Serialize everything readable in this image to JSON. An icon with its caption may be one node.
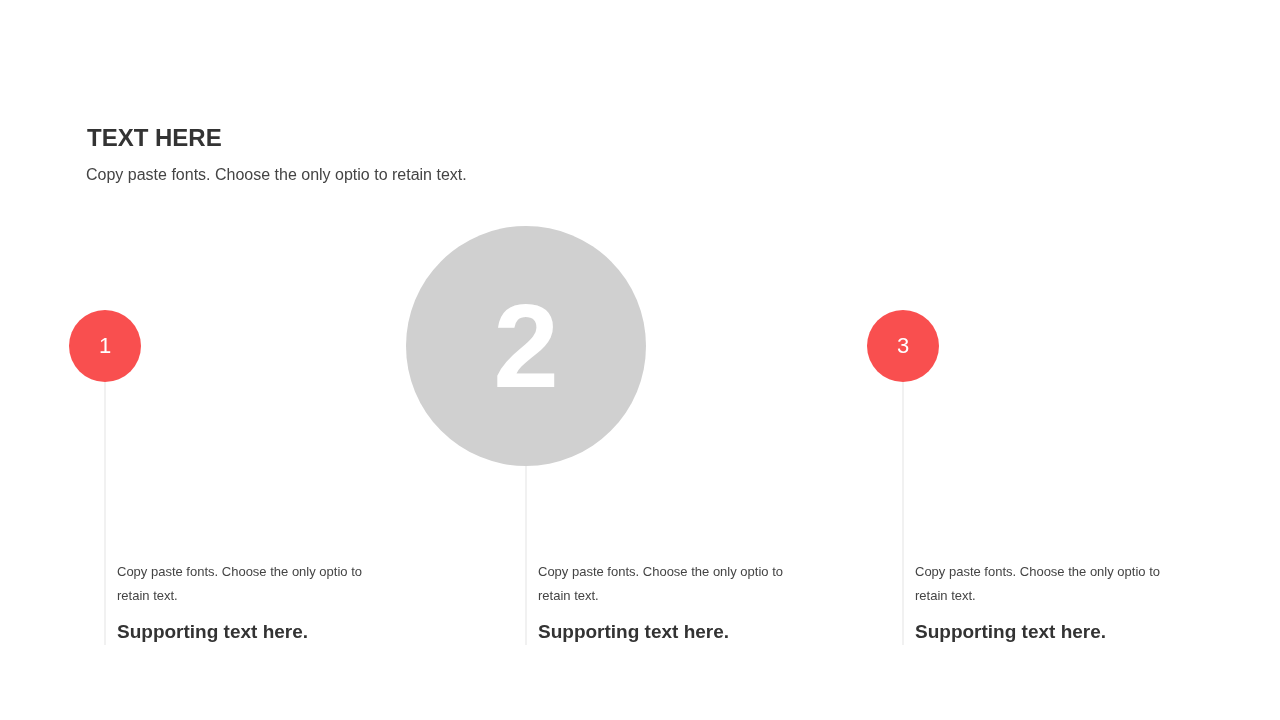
{
  "diagram": {
    "title": "TEXT HERE",
    "nodes": [
      {
        "text": [
          "1"
        ],
        "beside": [
          "Copy paste fonts. Choose the only optio to retain text.",
          "Supporting text here."
        ]
      },
      {
        "text": [
          "2"
        ],
        "beside": [
          "Copy paste fonts. Choose the only optio to retain text.",
          "Supporting text here."
        ]
      },
      {
        "text": [
          "3"
        ],
        "beside": [
          "Copy paste fonts. Choose the only optio to retain text.",
          "Supporting text here."
        ]
      }
    ],
    "edges": [
      {
        "from": 0,
        "to": null,
        "arrow": "none"
      },
      {
        "from": 1,
        "to": null,
        "arrow": "none"
      },
      {
        "from": 2,
        "to": null,
        "arrow": "none"
      }
    ],
    "labels": [
      "Copy paste fonts. Choose the only optio to retain text."
    ]
  }
}
